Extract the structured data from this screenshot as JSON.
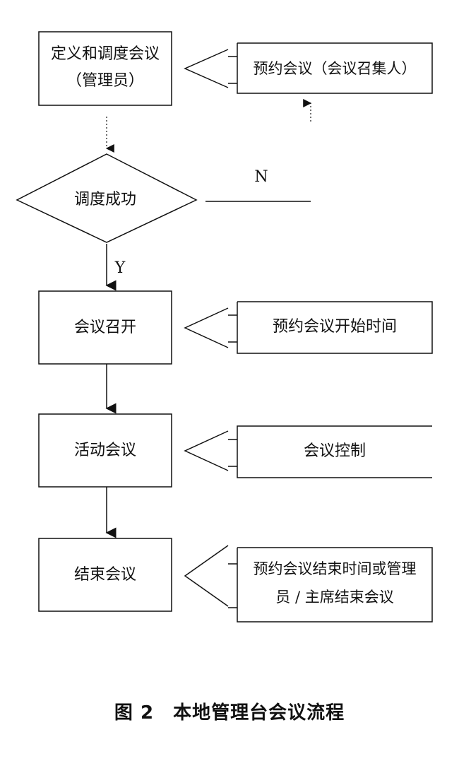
{
  "nodes": {
    "define": {
      "line1": "定义和调度会议",
      "line2": "（管理员）"
    },
    "decision": {
      "label": "调度成功",
      "no": "N",
      "yes": "Y"
    },
    "start": {
      "label": "会议召开"
    },
    "active": {
      "label": "活动会议"
    },
    "end": {
      "label": "结束会议"
    }
  },
  "inputs": {
    "reserve": {
      "label": "预约会议（会议召集人）"
    },
    "start_time": {
      "label": "预约会议开始时间"
    },
    "control": {
      "label": "会议控制"
    },
    "end_time": {
      "line1": "预约会议结束时间或管理",
      "line2": "员 / 主席结束会议"
    }
  },
  "caption": "图 2　本地管理台会议流程"
}
